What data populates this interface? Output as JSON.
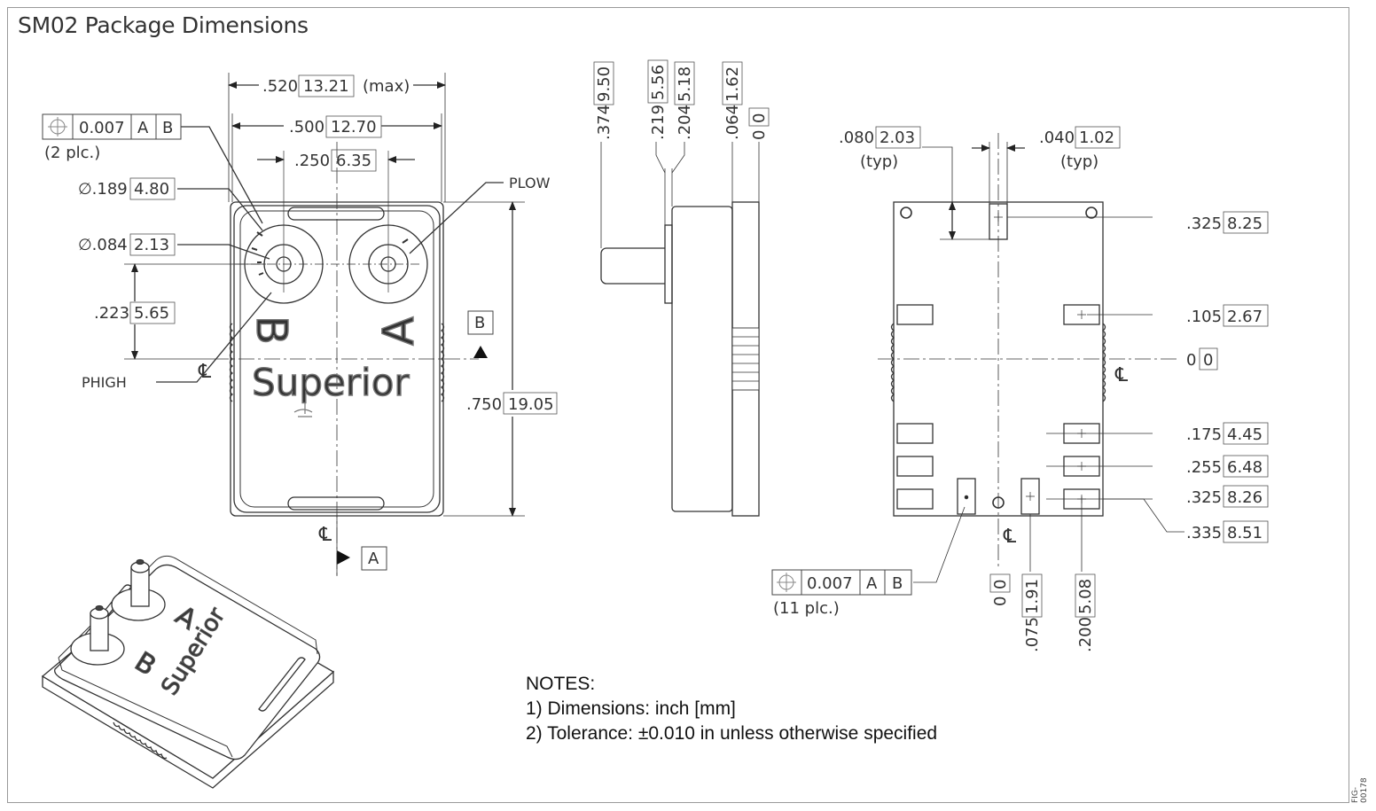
{
  "title": "SM02 Package Dimensions",
  "fig_id": "FIG-00178",
  "notes": {
    "heading": "NOTES:",
    "line1": "1) Dimensions: inch [mm]",
    "line2": "2) Tolerance:  ±0.010 in unless otherwise specified"
  },
  "front_view": {
    "overall_width_in": ".520",
    "overall_width_mm": "13.21",
    "overall_width_qual": "(max)",
    "body_width_in": ".500",
    "body_width_mm": "12.70",
    "port_spacing_in": ".250",
    "port_spacing_mm": "6.35",
    "port_od_in": "∅.189",
    "port_od_mm": "4.80",
    "port_id_in": "∅.084",
    "port_id_mm": "2.13",
    "port_offset_in": ".223",
    "port_offset_mm": "5.65",
    "height_in": ".750",
    "height_mm": "19.05",
    "position_tol": "0.007",
    "datum_a": "A",
    "datum_b": "B",
    "position_qty": "(2 plc.)",
    "plow_label": "PLOW",
    "phigh_label": "PHIGH",
    "port_b_letter": "B",
    "port_a_letter": "A",
    "logo": "Superior",
    "centerline": "℄"
  },
  "side_view": {
    "dims": [
      {
        "in": ".374",
        "mm": "9.50"
      },
      {
        "in": ".219",
        "mm": "5.56"
      },
      {
        "in": ".204",
        "mm": "5.18"
      },
      {
        "in": ".064",
        "mm": "1.62"
      },
      {
        "in": "0",
        "mm": "0"
      }
    ]
  },
  "bottom_view": {
    "pad_len_in": ".080",
    "pad_len_mm": "2.03",
    "pad_len_qual": "(typ)",
    "pad_w_in": ".040",
    "pad_w_mm": "1.02",
    "pad_w_qual": "(typ)",
    "right_dims": [
      {
        "in": ".325",
        "mm": "8.25"
      },
      {
        "in": ".105",
        "mm": "2.67"
      },
      {
        "in": "0",
        "mm": "0"
      },
      {
        "in": ".175",
        "mm": "4.45"
      },
      {
        "in": ".255",
        "mm": "6.48"
      },
      {
        "in": ".325",
        "mm": "8.26"
      },
      {
        "in": ".335",
        "mm": "8.51"
      }
    ],
    "bottom_dims": [
      {
        "in": "0",
        "mm": "0"
      },
      {
        "in": ".075",
        "mm": "1.91"
      },
      {
        "in": ".200",
        "mm": "5.08"
      }
    ],
    "position_tol": "0.007",
    "datum_a": "A",
    "datum_b": "B",
    "position_qty": "(11 plc.)"
  },
  "iso_view": {
    "port_a_letter": "A",
    "port_b_letter": "B",
    "logo": "Superior"
  }
}
